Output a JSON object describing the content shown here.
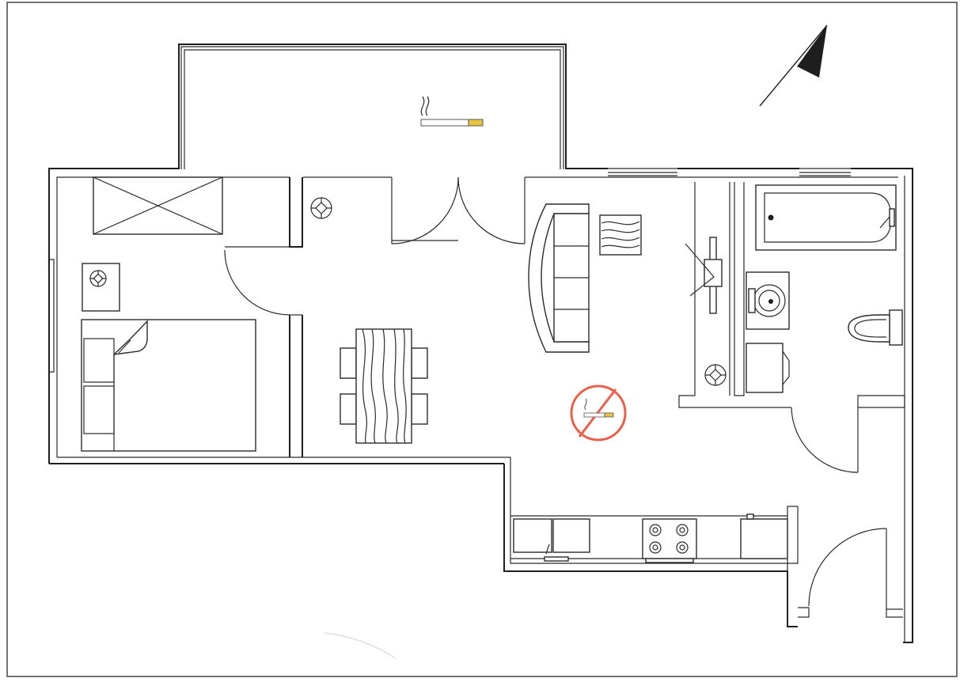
{
  "plan": {
    "rooms": [
      "balcony",
      "bedroom",
      "living-dining",
      "bathroom",
      "kitchen",
      "entrance"
    ],
    "symbols": {
      "north_arrow": "north-arrow-icon",
      "smoking_allowed": "smoking-allowed-icon",
      "no_smoking": "no-smoking-icon",
      "ceiling_light": "ceiling-light-icon"
    },
    "colors": {
      "walls": "#1e1e1e",
      "paper": "#ffffff",
      "no_smoking": "#e8604c",
      "cigarette_filter": "#e6c440",
      "north_arrow": "#1e1e1e"
    }
  }
}
